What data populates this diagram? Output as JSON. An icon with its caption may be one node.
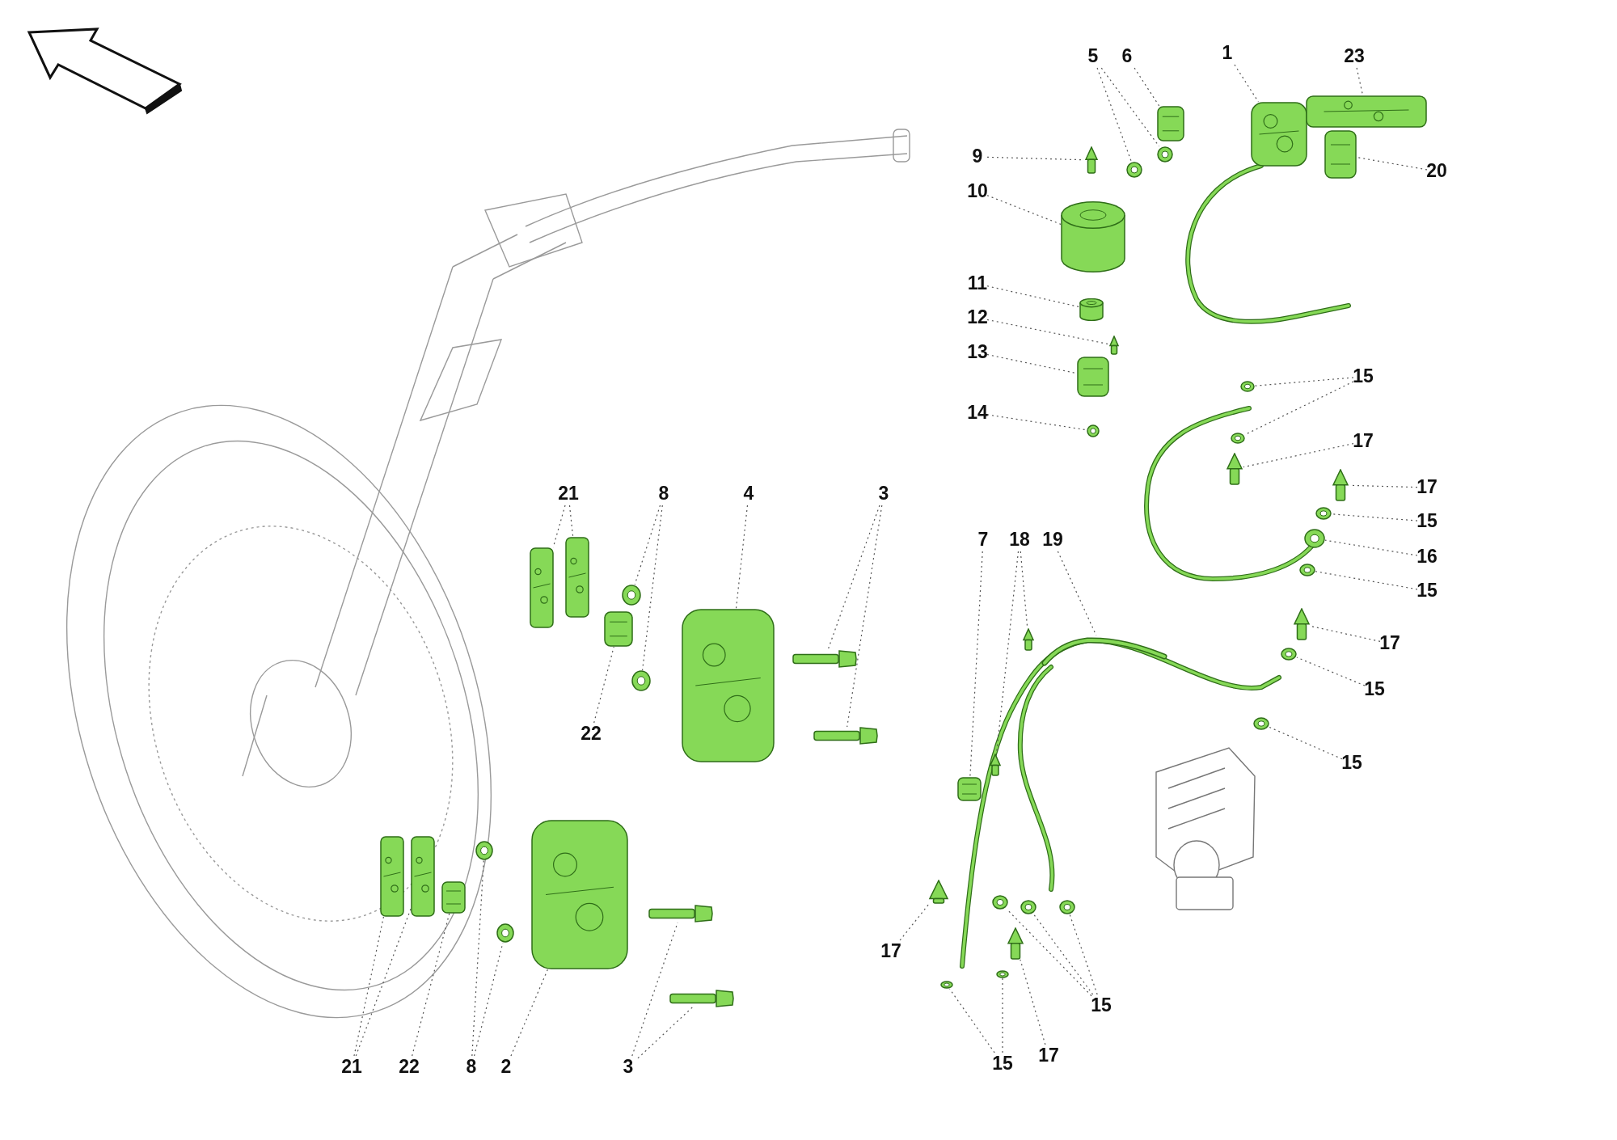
{
  "diagram": {
    "nodes": [
      {
        "text": [
          "5"
        ]
      },
      {
        "text": [],
        "shape": "circle"
      },
      {
        "text": [],
        "shape": "circle"
      },
      {
        "text": [
          "6"
        ]
      },
      {
        "text": [],
        "shape": "picture"
      },
      {
        "text": [
          "1"
        ]
      },
      {
        "text": [],
        "shape": "picture"
      },
      {
        "text": [
          "23"
        ]
      },
      {
        "text": [],
        "shape": "picture"
      },
      {
        "text": [
          "9"
        ]
      },
      {
        "text": [],
        "shape": "bar"
      },
      {
        "text": [
          "10"
        ]
      },
      {
        "text": [],
        "shape": "cylinder"
      },
      {
        "text": [
          "20"
        ]
      },
      {
        "text": [],
        "shape": "picture"
      },
      {
        "text": [
          "11"
        ]
      },
      {
        "text": [],
        "shape": "cylinder"
      },
      {
        "text": [
          "12"
        ]
      },
      {
        "text": [],
        "shape": "bar"
      },
      {
        "text": [
          "13"
        ]
      },
      {
        "text": [],
        "shape": "picture"
      },
      {
        "text": [
          "14"
        ]
      },
      {
        "text": [],
        "shape": "circle"
      },
      {
        "text": [
          "15"
        ]
      },
      {
        "text": [],
        "shape": "circle"
      },
      {
        "text": [],
        "shape": "circle"
      },
      {
        "text": [
          "17"
        ]
      },
      {
        "text": [],
        "shape": "bar"
      },
      {
        "text": [
          "17"
        ]
      },
      {
        "text": [],
        "shape": "bar"
      },
      {
        "text": [
          "15"
        ]
      },
      {
        "text": [],
        "shape": "circle"
      },
      {
        "text": [
          "16"
        ]
      },
      {
        "text": [],
        "shape": "circle"
      },
      {
        "text": [
          "15"
        ]
      },
      {
        "text": [],
        "shape": "circle"
      },
      {
        "text": [
          "17"
        ]
      },
      {
        "text": [],
        "shape": "bar"
      },
      {
        "text": [
          "15"
        ]
      },
      {
        "text": [],
        "shape": "circle"
      },
      {
        "text": [
          "15"
        ]
      },
      {
        "text": [],
        "shape": "circle"
      },
      {
        "text": [
          "21"
        ]
      },
      {
        "text": [],
        "shape": "picture"
      },
      {
        "text": [],
        "shape": "picture"
      },
      {
        "text": [
          "8"
        ]
      },
      {
        "text": [],
        "shape": "circle"
      },
      {
        "text": [],
        "shape": "circle"
      },
      {
        "text": [
          "4"
        ]
      },
      {
        "text": [],
        "shape": "picture"
      },
      {
        "text": [
          "3"
        ]
      },
      {
        "text": [],
        "shape": "bar"
      },
      {
        "text": [],
        "shape": "bar"
      },
      {
        "text": [
          "22"
        ]
      },
      {
        "text": [],
        "shape": "picture"
      },
      {
        "text": [
          "7"
        ]
      },
      {
        "text": [],
        "shape": "picture"
      },
      {
        "text": [
          "18"
        ]
      },
      {
        "text": [],
        "shape": "bar"
      },
      {
        "text": [],
        "shape": "bar"
      },
      {
        "text": [
          "19"
        ]
      },
      {
        "text": [],
        "shape": "picture"
      },
      {
        "text": [
          "17"
        ]
      },
      {
        "text": [],
        "shape": "bar"
      },
      {
        "text": [
          "15"
        ]
      },
      {
        "text": [],
        "shape": "circle"
      },
      {
        "text": [],
        "shape": "circle"
      },
      {
        "text": [],
        "shape": "circle"
      },
      {
        "text": [
          "15"
        ]
      },
      {
        "text": [],
        "shape": "circle"
      },
      {
        "text": [],
        "shape": "circle"
      },
      {
        "text": [
          "17"
        ]
      },
      {
        "text": [],
        "shape": "bar"
      },
      {
        "text": [
          "21"
        ]
      },
      {
        "text": [],
        "shape": "picture"
      },
      {
        "text": [],
        "shape": "picture"
      },
      {
        "text": [
          "22"
        ]
      },
      {
        "text": [],
        "shape": "picture"
      },
      {
        "text": [
          "8"
        ]
      },
      {
        "text": [],
        "shape": "circle"
      },
      {
        "text": [],
        "shape": "circle"
      },
      {
        "text": [
          "2"
        ]
      },
      {
        "text": [],
        "shape": "picture"
      },
      {
        "text": [
          "3"
        ]
      },
      {
        "text": [],
        "shape": "bar"
      },
      {
        "text": [],
        "shape": "bar"
      }
    ],
    "edges": [
      {
        "from": 0,
        "to": 1,
        "arrow": "none"
      },
      {
        "from": 0,
        "to": 2,
        "arrow": "none"
      },
      {
        "from": 3,
        "to": 4,
        "arrow": "none"
      },
      {
        "from": 5,
        "to": 6,
        "arrow": "none"
      },
      {
        "from": 7,
        "to": 8,
        "arrow": "none"
      },
      {
        "from": 9,
        "to": 10,
        "arrow": "none"
      },
      {
        "from": 11,
        "to": 12,
        "arrow": "none"
      },
      {
        "from": 13,
        "to": 14,
        "arrow": "none"
      },
      {
        "from": 15,
        "to": 16,
        "arrow": "none"
      },
      {
        "from": 17,
        "to": 18,
        "arrow": "none"
      },
      {
        "from": 19,
        "to": 20,
        "arrow": "none"
      },
      {
        "from": 21,
        "to": 22,
        "arrow": "none"
      },
      {
        "from": 23,
        "to": 24,
        "arrow": "none"
      },
      {
        "from": 23,
        "to": 25,
        "arrow": "none"
      },
      {
        "from": 26,
        "to": 27,
        "arrow": "none"
      },
      {
        "from": 28,
        "to": 29,
        "arrow": "none"
      },
      {
        "from": 30,
        "to": 31,
        "arrow": "none"
      },
      {
        "from": 32,
        "to": 33,
        "arrow": "none"
      },
      {
        "from": 34,
        "to": 35,
        "arrow": "none"
      },
      {
        "from": 36,
        "to": 37,
        "arrow": "none"
      },
      {
        "from": 38,
        "to": 39,
        "arrow": "none"
      },
      {
        "from": 40,
        "to": 41,
        "arrow": "none"
      },
      {
        "from": 42,
        "to": 43,
        "arrow": "none"
      },
      {
        "from": 42,
        "to": 44,
        "arrow": "none"
      },
      {
        "from": 45,
        "to": 46,
        "arrow": "none"
      },
      {
        "from": 45,
        "to": 47,
        "arrow": "none"
      },
      {
        "from": 48,
        "to": 49,
        "arrow": "none"
      },
      {
        "from": 50,
        "to": 51,
        "arrow": "none"
      },
      {
        "from": 50,
        "to": 52,
        "arrow": "none"
      },
      {
        "from": 53,
        "to": 54,
        "arrow": "none"
      },
      {
        "from": 55,
        "to": 56,
        "arrow": "none"
      },
      {
        "from": 57,
        "to": 58,
        "arrow": "none"
      },
      {
        "from": 57,
        "to": 59,
        "arrow": "none"
      },
      {
        "from": 60,
        "to": 61,
        "arrow": "none"
      },
      {
        "from": 62,
        "to": 63,
        "arrow": "none"
      },
      {
        "from": 64,
        "to": 65,
        "arrow": "none"
      },
      {
        "from": 64,
        "to": 66,
        "arrow": "none"
      },
      {
        "from": 64,
        "to": 67,
        "arrow": "none"
      },
      {
        "from": 68,
        "to": 69,
        "arrow": "none"
      },
      {
        "from": 68,
        "to": 70,
        "arrow": "none"
      },
      {
        "from": 71,
        "to": 72,
        "arrow": "none"
      },
      {
        "from": 73,
        "to": 74,
        "arrow": "none"
      },
      {
        "from": 73,
        "to": 75,
        "arrow": "none"
      },
      {
        "from": 76,
        "to": 77,
        "arrow": "none"
      },
      {
        "from": 78,
        "to": 79,
        "arrow": "none"
      },
      {
        "from": 78,
        "to": 80,
        "arrow": "none"
      },
      {
        "from": 81,
        "to": 82,
        "arrow": "none"
      },
      {
        "from": 83,
        "to": 84,
        "arrow": "none"
      },
      {
        "from": 83,
        "to": 85,
        "arrow": "none"
      }
    ]
  }
}
